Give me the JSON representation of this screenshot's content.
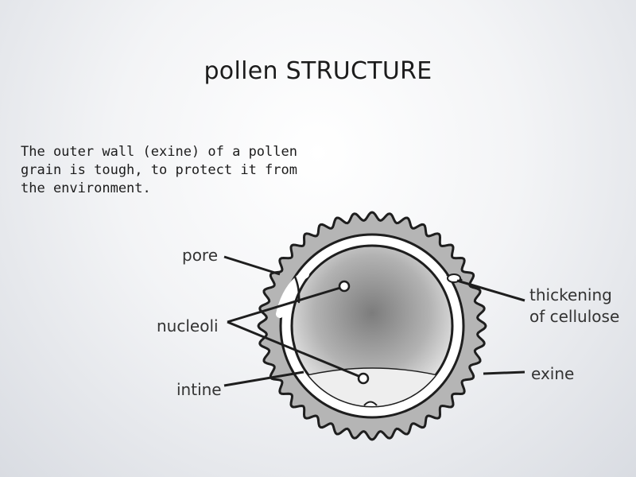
{
  "slide": {
    "title": "pollen STRUCTURE",
    "body": "The outer wall (exine) of a pollen grain is tough, to protect it from the environment."
  },
  "diagram": {
    "labels": {
      "pore": "pore",
      "nucleoli": "nucleoli",
      "intine": "intine",
      "thickening_line1": "thickening",
      "thickening_line2": "of cellulose",
      "exine": "exine"
    }
  }
}
